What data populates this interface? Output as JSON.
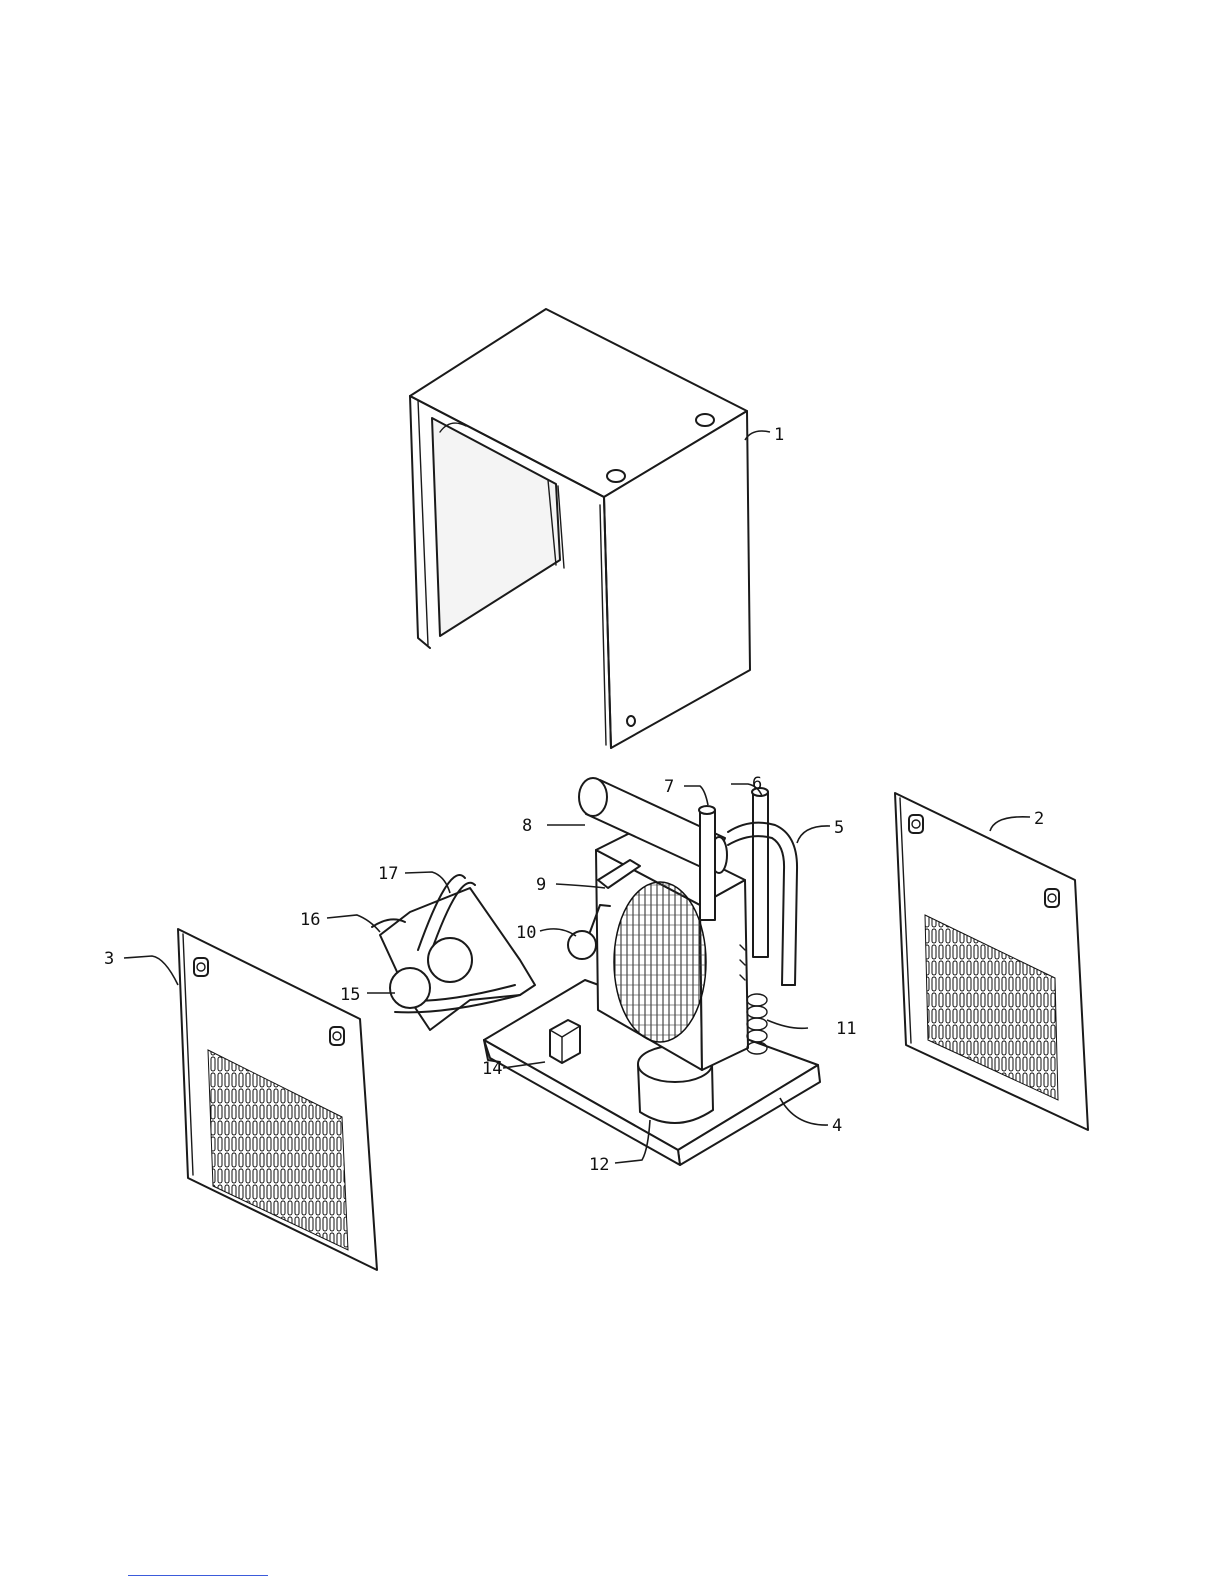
{
  "callouts": {
    "c1": "1",
    "c2": "2",
    "c3": "3",
    "c4": "4",
    "c5": "5",
    "c6": "6",
    "c7": "7",
    "c8": "8",
    "c9": "9",
    "c10": "10",
    "c11": "11",
    "c12": "12",
    "c14": "14",
    "c15": "15",
    "c16": "16",
    "c17": "17"
  },
  "colors": {
    "ink": "#1a1a1a",
    "paper": "#ffffff",
    "footer_rule": "#3b5bdb"
  }
}
